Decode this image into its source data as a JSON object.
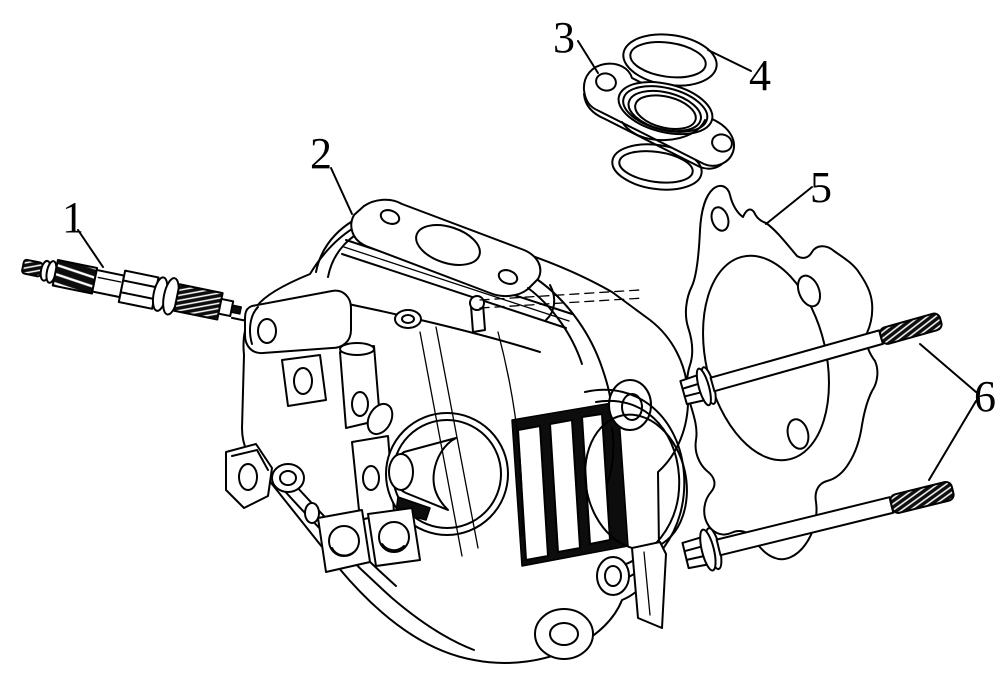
{
  "diagram": {
    "kind": "exploded-parts-line-drawing",
    "subject": "engine-cylinder-head-assembly",
    "background_color": "#ffffff",
    "line_color": "#000000",
    "dark_fill_color": "#0d0d0d",
    "callouts": [
      {
        "number": "1",
        "part": "spark-plug"
      },
      {
        "number": "2",
        "part": "cylinder-head"
      },
      {
        "number": "3",
        "part": "insulator-spacer"
      },
      {
        "number": "4",
        "part": "o-ring-seal"
      },
      {
        "number": "5",
        "part": "head-gasket"
      },
      {
        "number": "6",
        "part": "flange-stud-bolts"
      }
    ]
  }
}
